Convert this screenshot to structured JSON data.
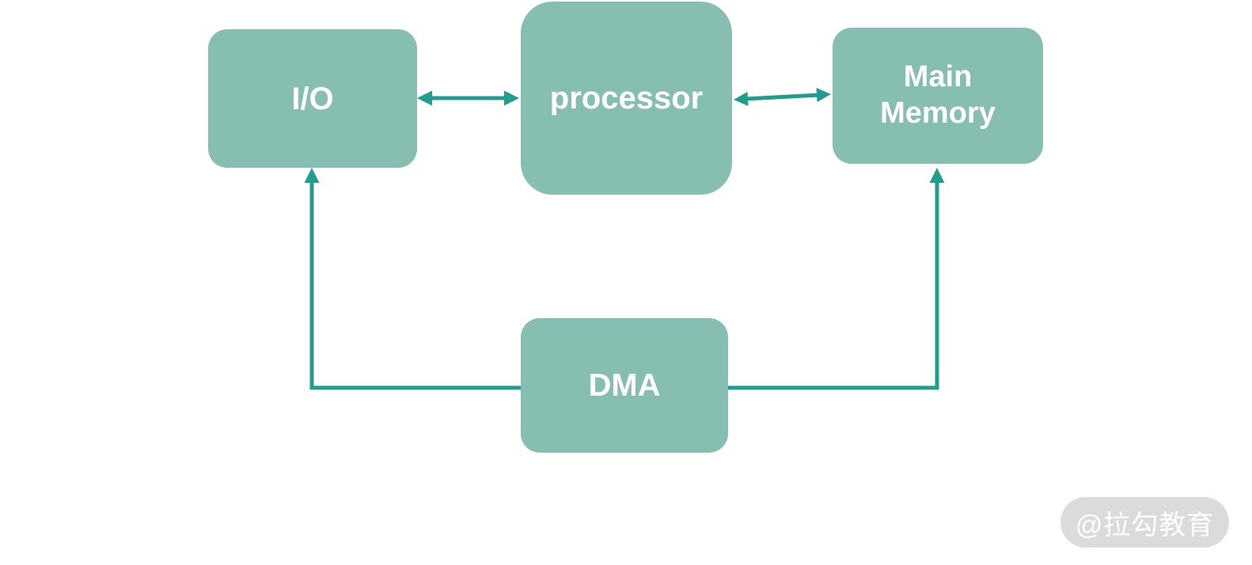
{
  "colors": {
    "background": "#ffffff",
    "node_fill": "#87beb2",
    "node_text": "#ffffff",
    "connector": "#219d8e",
    "watermark_bg": "#dadada",
    "watermark_text": "#ffffff"
  },
  "diagram": {
    "nodes": {
      "io": {
        "label": "I/O"
      },
      "processor": {
        "label": "processor"
      },
      "main_memory": {
        "line1": "Main",
        "line2": "Memory"
      },
      "dma": {
        "label": "DMA"
      }
    },
    "connections": [
      {
        "from": "I/O",
        "to": "processor",
        "style": "double-arrow"
      },
      {
        "from": "processor",
        "to": "Main Memory",
        "style": "double-arrow"
      },
      {
        "from": "DMA",
        "to": "I/O",
        "style": "arrow-into-io"
      },
      {
        "from": "DMA",
        "to": "Main Memory",
        "style": "arrow-into-main-memory"
      }
    ]
  },
  "watermark": {
    "text": "@拉勾教育"
  }
}
